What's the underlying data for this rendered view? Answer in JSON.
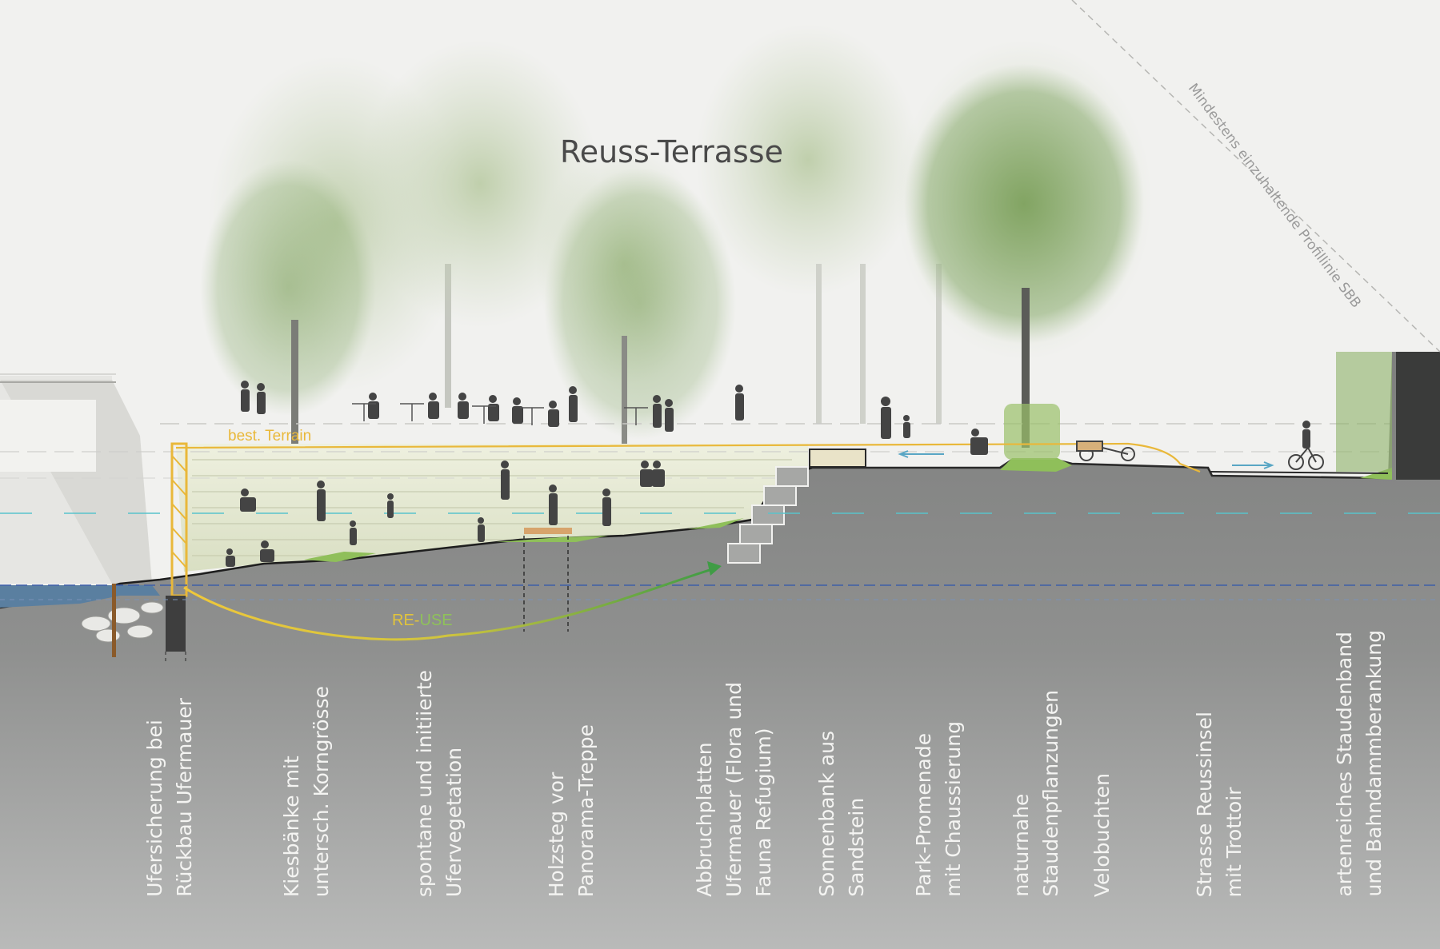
{
  "title": "Reuss-Terrasse",
  "annotations": {
    "profile_line": "Mindestens einzuhaltende Profillinie SBB",
    "terrain_line": "best. Terrain",
    "reuse_part1": "RE-",
    "reuse_part2": "USE"
  },
  "labels": [
    "Ufersicherung bei\nRückbau Ufermauer",
    "Kiesbänke mit\nuntersch. Korngrösse",
    "spontane und initiierte\nUfervegetation",
    "Holzsteg vor\nPanorama-Treppe",
    "Abbruchplatten\nUfermauer (Flora und\nFauna Refugium)",
    "Sonnenbank aus\nSandstein",
    "Park-Promenade\nmit Chaussierung",
    "naturnahe\nStaudenpflanzungen",
    "Velobuchten",
    "Strasse Reussinsel\nmit Trottoir",
    "artenreiches Staudenband\nund Bahndammberankung"
  ],
  "colors": {
    "ground": "#8c8d8c",
    "water": "#5a7fa0",
    "terrain_line": "#e9b83a",
    "reuse_arrow": "#d8c03a",
    "vegetation": "#8fbf5a",
    "water_level": "#3e5ea8",
    "cyan_level": "#59c3cc"
  },
  "icons": [
    "tree-icon",
    "person-icon",
    "bicycle-icon",
    "cargo-bike-icon",
    "bench-icon",
    "stairs-icon",
    "arrow-icon"
  ]
}
